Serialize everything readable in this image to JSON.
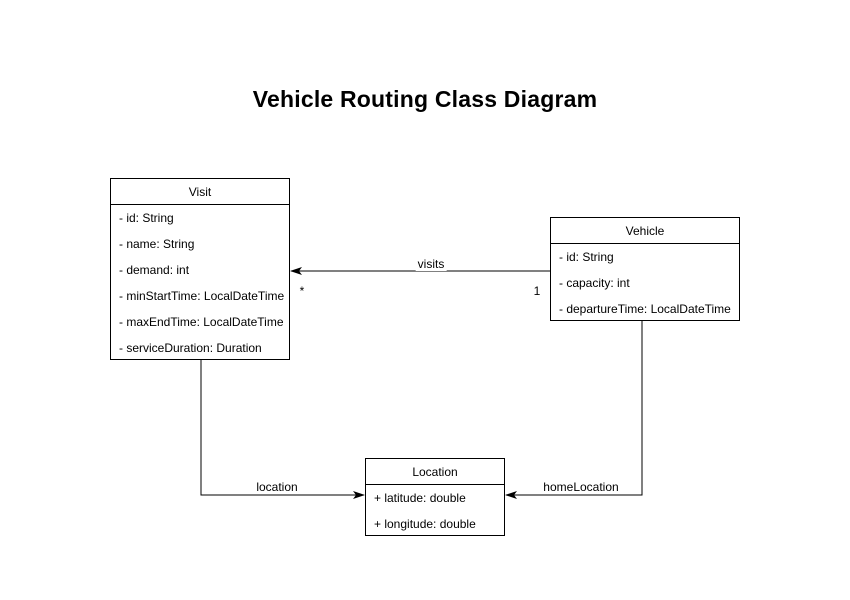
{
  "title": "Vehicle Routing Class Diagram",
  "colors": {
    "stroke": "#000000",
    "box_fill": "#ffffff",
    "text": "#000000",
    "background": "#ffffff"
  },
  "classes": {
    "visit": {
      "name": "Visit",
      "attributes": [
        "- id: String",
        "- name: String",
        "- demand: int",
        "- minStartTime: LocalDateTime",
        "- maxEndTime: LocalDateTime",
        "- serviceDuration: Duration"
      ]
    },
    "vehicle": {
      "name": "Vehicle",
      "attributes": [
        "- id: String",
        "- capacity: int",
        "- departureTime: LocalDateTime"
      ]
    },
    "location": {
      "name": "Location",
      "attributes": [
        "+ latitude: double",
        "+ longitude: double"
      ]
    }
  },
  "relationships": {
    "visits": {
      "label": "visits",
      "source": "Vehicle",
      "target": "Visit",
      "source_multiplicity": "1",
      "target_multiplicity": "*"
    },
    "location": {
      "label": "location",
      "source": "Visit",
      "target": "Location"
    },
    "homeLocation": {
      "label": "homeLocation",
      "source": "Vehicle",
      "target": "Location"
    }
  }
}
